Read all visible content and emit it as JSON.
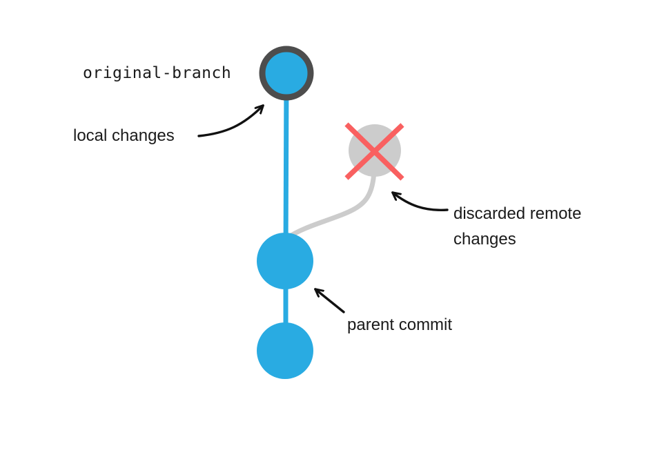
{
  "title": "git branch diagram",
  "background": "#ffffff",
  "colors": {
    "commit_blue": "#29ABE2",
    "head_ring": "#4D4D4D",
    "discarded_gray": "#CCCCCC",
    "cross_red": "#F96060",
    "arrow_black": "#111111",
    "text_black": "#1A1A1A"
  },
  "labels": {
    "branch_name": "original-branch",
    "local_changes": "local changes",
    "discarded_remote_line1": "discarded remote",
    "discarded_remote_line2": "changes",
    "parent_commit": "parent commit"
  },
  "diagram": {
    "nodes": [
      {
        "id": "head",
        "type": "branch-head-commit",
        "label": "original-branch",
        "annotation": "local changes",
        "style": "blue-fill-dark-ring"
      },
      {
        "id": "discarded",
        "type": "discarded-commit",
        "annotation": "discarded remote changes",
        "style": "gray-fill-red-cross"
      },
      {
        "id": "parent",
        "type": "commit",
        "annotation": "parent commit",
        "style": "blue-fill"
      },
      {
        "id": "grandparent",
        "type": "commit",
        "style": "blue-fill"
      }
    ],
    "edges": [
      {
        "from": "head",
        "to": "parent",
        "style": "blue-straight"
      },
      {
        "from": "discarded",
        "to": "parent",
        "style": "gray-curved"
      },
      {
        "from": "parent",
        "to": "grandparent",
        "style": "blue-straight"
      }
    ]
  }
}
